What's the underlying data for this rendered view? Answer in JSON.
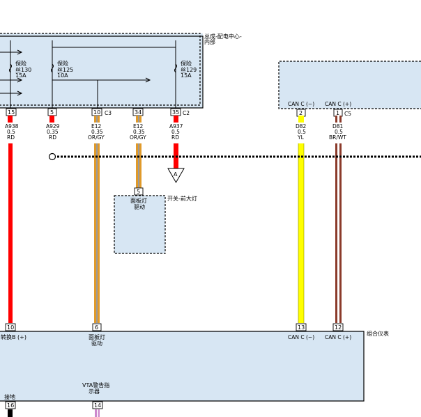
{
  "modules": {
    "fuse_box": {
      "name": "总成-配电中心-",
      "name2": "内部"
    },
    "fuses": [
      {
        "label1": "保险",
        "label2": "丝130",
        "rating": "15A"
      },
      {
        "label1": "保险",
        "label2": "丝125",
        "rating": "10A"
      },
      {
        "label1": "保险",
        "label2": "丝129",
        "rating": "15A"
      }
    ],
    "switch": {
      "name": "开关-前大灯",
      "inner1": "面板灯",
      "inner2": "驱动",
      "pin": "5"
    },
    "cluster": {
      "name": "组合仪表",
      "labels": {
        "p10": "转换B (+)",
        "p6a": "面板灯",
        "p6b": "驱动",
        "p13": "CAN C (−)",
        "p12": "CAN C (+)",
        "gnd": "接地",
        "vta1": "VTA警告指",
        "vta2": "示器"
      },
      "pins": {
        "p10": "10",
        "p6": "6",
        "p13": "13",
        "p12": "12",
        "p16": "16",
        "p14": "14"
      }
    },
    "can_module": {
      "l1": "CAN C (−)",
      "l2": "CAN C (+)",
      "pin1": "2",
      "pin2": "1",
      "conn": "C5"
    }
  },
  "top_pins": [
    {
      "pin": "15",
      "conn": ""
    },
    {
      "pin": "5",
      "conn": ""
    },
    {
      "pin": "10",
      "conn": "C3"
    },
    {
      "pin": "34",
      "conn": ""
    },
    {
      "pin": "35",
      "conn": "C2"
    }
  ],
  "wires": [
    {
      "code": "A938",
      "size": "0.5",
      "color": "RD"
    },
    {
      "code": "A929",
      "size": "0.35",
      "color": "RD"
    },
    {
      "code": "E12",
      "size": "0.35",
      "color": "OR/GY"
    },
    {
      "code": "E12",
      "size": "0.35",
      "color": "OR/GY"
    },
    {
      "code": "A937",
      "size": "0.5",
      "color": "RD"
    },
    {
      "code": "D82",
      "size": "0.5",
      "color": "YL"
    },
    {
      "code": "D81",
      "size": "0.5",
      "color": "BR/WT"
    }
  ],
  "refs": {
    "a": "A"
  },
  "colors": {
    "box": "#d7e6f3",
    "red": "#ff0000",
    "orange": "#e09a2a",
    "gray": "#9a9a9a",
    "yellow": "#ffff00",
    "brown": "#8b3a2a",
    "black": "#000000",
    "violet": "#cc88cc"
  }
}
